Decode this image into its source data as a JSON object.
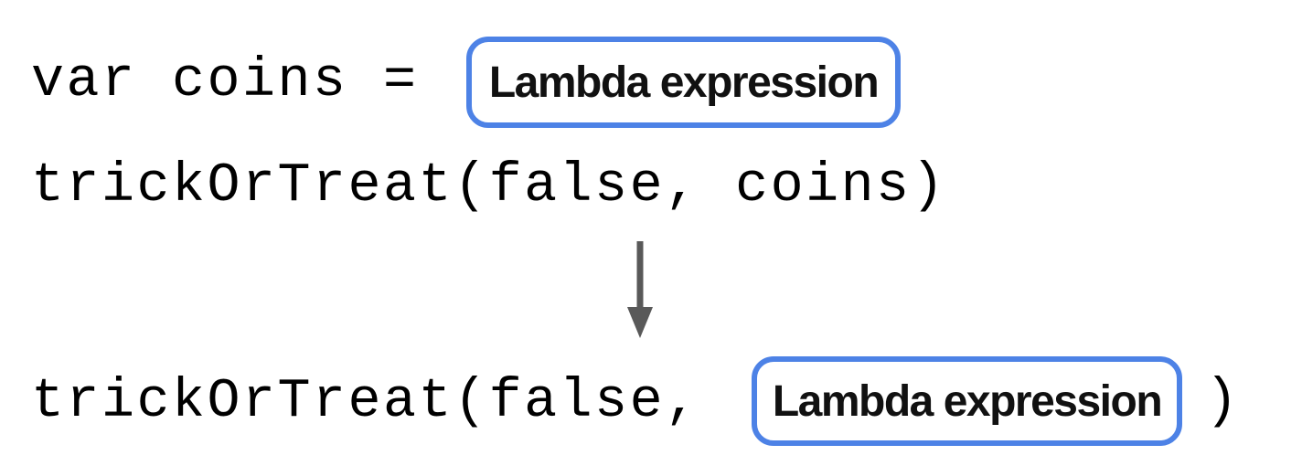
{
  "diagram": {
    "description": "Code transformation diagram showing a lambda expression stored in a variable being passed directly as a function argument",
    "code": {
      "line1": "var coins =",
      "line2": "trickOrTreat(false, coins)",
      "line3_before": "trickOrTreat(false,",
      "line3_close": ")"
    },
    "boxes": [
      {
        "label": "Lambda expression"
      },
      {
        "label": "Lambda expression"
      }
    ],
    "icons": {
      "flow_arrow": "arrow-down"
    },
    "colors": {
      "background": "#ffffff",
      "box_border": "#4d82e6",
      "box_fill": "#ffffff",
      "label_text": "#111111",
      "code_text": "#000000",
      "arrow": "#595959"
    }
  }
}
